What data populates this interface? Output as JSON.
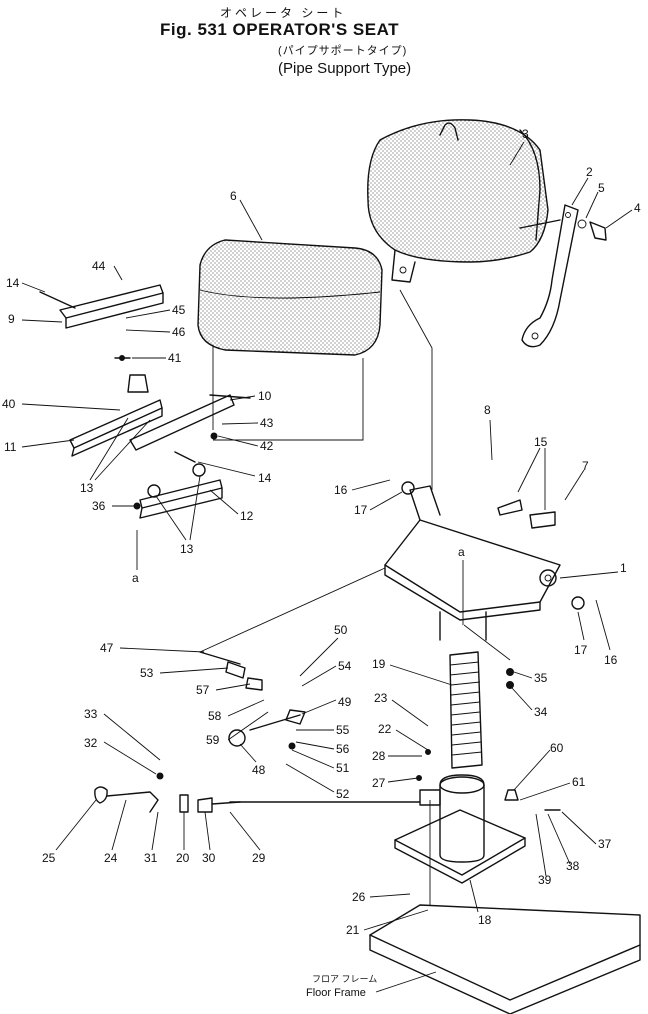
{
  "header": {
    "title_kana": "オペレータ シート",
    "title": "Fig. 531 OPERATOR'S SEAT",
    "subtitle_kana": "(パイプサポートタイプ)",
    "subtitle": "(Pipe Support Type)"
  },
  "labels": {
    "floor_frame_kana": "フロア フレーム",
    "floor_frame": "Floor Frame",
    "ref_a": "a"
  },
  "callouts": [
    "1",
    "2",
    "3",
    "4",
    "5",
    "6",
    "7",
    "8",
    "9",
    "10",
    "11",
    "12",
    "13",
    "14",
    "15",
    "16",
    "17",
    "18",
    "19",
    "20",
    "21",
    "22",
    "23",
    "24",
    "25",
    "26",
    "27",
    "28",
    "29",
    "30",
    "31",
    "32",
    "33",
    "34",
    "35",
    "36",
    "37",
    "38",
    "39",
    "40",
    "41",
    "42",
    "43",
    "44",
    "45",
    "46",
    "47",
    "48",
    "49",
    "50",
    "51",
    "52",
    "53",
    "54",
    "55",
    "56",
    "57",
    "58",
    "59",
    "60",
    "61"
  ]
}
